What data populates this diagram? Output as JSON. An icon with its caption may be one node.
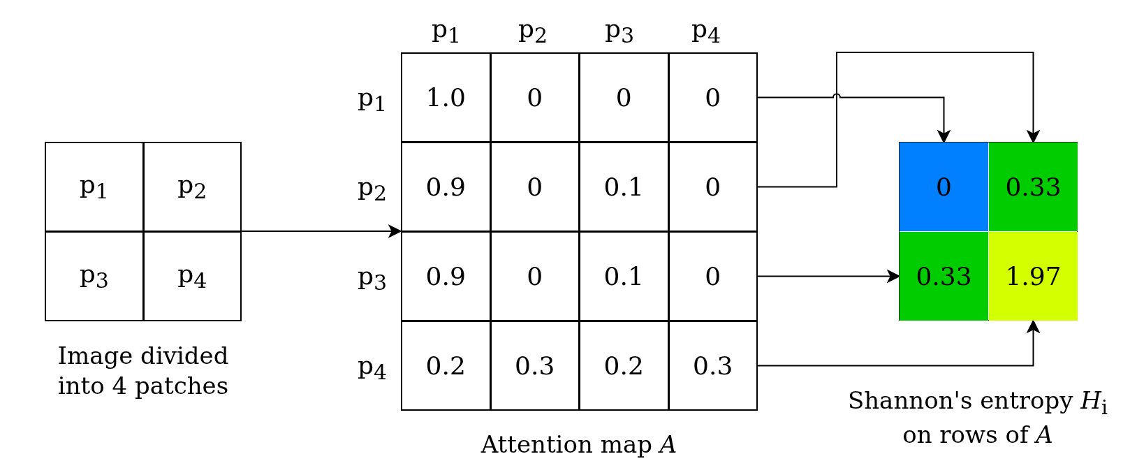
{
  "diagram": {
    "nodes": [
      {
        "text": [],
        "shape": "box",
        "beside": [
          "Image divided into 4 patches"
        ]
      },
      {
        "text": [
          "p$_{1}$"
        ],
        "in": 0
      },
      {
        "text": [
          "p$_{2}$"
        ],
        "in": 0
      },
      {
        "text": [
          "p$_{3}$"
        ],
        "in": 0
      },
      {
        "text": [
          "p$_{4}$"
        ],
        "in": 0
      },
      {
        "text": [],
        "shape": "box",
        "beside": [
          "Attention map *A*"
        ]
      },
      {
        "text": [
          "1.0"
        ],
        "in": 5
      },
      {
        "text": [
          "0"
        ],
        "in": 5
      },
      {
        "text": [
          "0"
        ],
        "in": 5
      },
      {
        "text": [
          "0"
        ],
        "in": 5
      },
      {
        "text": [
          "0.9"
        ],
        "in": 5
      },
      {
        "text": [
          "0"
        ],
        "in": 5
      },
      {
        "text": [
          "0.1"
        ],
        "in": 5
      },
      {
        "text": [
          "0"
        ],
        "in": 5
      },
      {
        "text": [
          "0.9"
        ],
        "in": 5
      },
      {
        "text": [
          "0"
        ],
        "in": 5
      },
      {
        "text": [
          "0.1"
        ],
        "in": 5
      },
      {
        "text": [
          "0"
        ],
        "in": 5
      },
      {
        "text": [
          "0.2"
        ],
        "in": 5
      },
      {
        "text": [
          "0.3"
        ],
        "in": 5
      },
      {
        "text": [
          "0.2"
        ],
        "in": 5
      },
      {
        "text": [
          "0.3"
        ],
        "in": 5
      },
      {
        "text": [],
        "shape": "box",
        "beside": [
          "Shannon's entropy *H*$_{i}$ on rows of *A*"
        ]
      },
      {
        "text": [
          "0"
        ],
        "in": 22
      },
      {
        "text": [
          "0.33"
        ],
        "in": 22
      },
      {
        "text": [
          "0.33"
        ],
        "in": 22
      },
      {
        "text": [
          "1.97"
        ],
        "in": 22
      }
    ],
    "edges": [
      {
        "from": 0,
        "to": 5,
        "arrow": "to"
      },
      {
        "from": 9,
        "to": 23,
        "arrow": "to"
      },
      {
        "from": 13,
        "to": 24,
        "arrow": "to"
      },
      {
        "from": 17,
        "to": 25,
        "arrow": "to"
      },
      {
        "from": 21,
        "to": 26,
        "arrow": "to"
      }
    ],
    "labels": [
      "p$_{1}$",
      "p$_{2}$",
      "p$_{3}$",
      "p$_{4}$",
      "p$_{1}$",
      "p$_{2}$",
      "p$_{3}$",
      "p$_{4}$"
    ]
  }
}
